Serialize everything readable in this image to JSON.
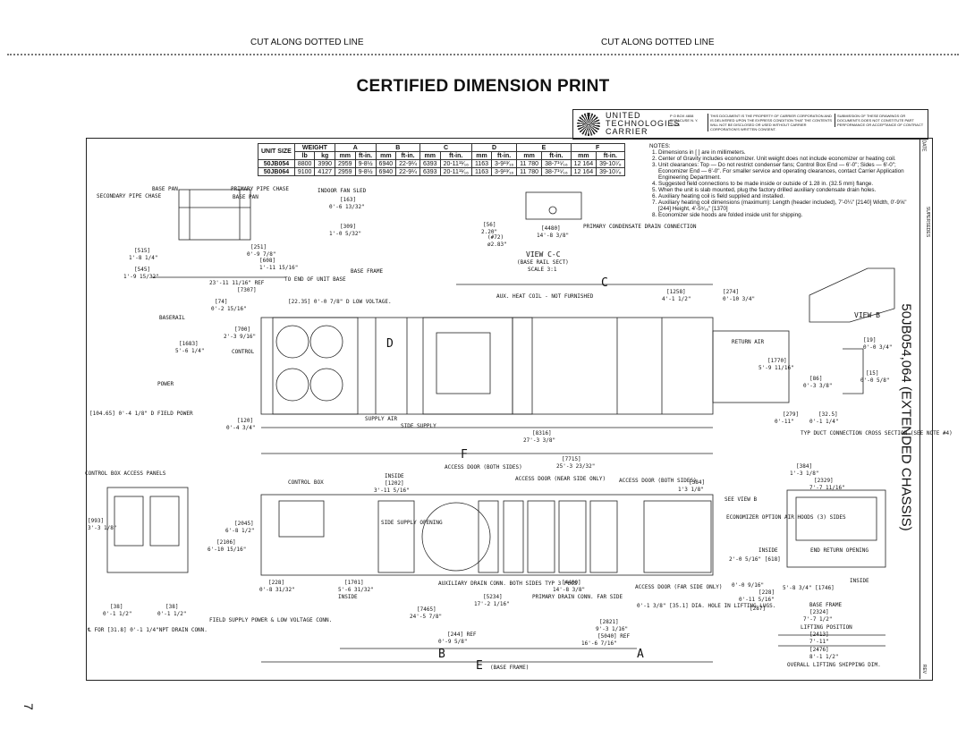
{
  "cut_lines": {
    "left": "CUT ALONG DOTTED LINE",
    "right": "CUT ALONG DOTTED LINE"
  },
  "title": "CERTIFIED DIMENSION PRINT",
  "logo": {
    "line1": "UNITED",
    "line2": "TECHNOLOGIES",
    "line3": "CARRIER",
    "address": "P O BOX 4808 SYRACUSE N. Y. 13221",
    "prop1": "THIS DOCUMENT IS THE PROPERTY OF CARRIER CORPORATION AND IS DELIVERED UPON THE EXPRESS CONDITION THAT THE CONTENTS WILL NOT BE DISCLOSED OR USED WITHOUT CARRIER CORPORATION'S WRITTEN CONSENT.",
    "prop2": "SUBMISSION OF THESE DRAWINGS OR DOCUMENTS DOES NOT CONSTITUTE PART PERFORMANCE OR ACCEPTANCE OF CONTRACT"
  },
  "table": {
    "headers": [
      "UNIT SIZE",
      "WEIGHT",
      "A",
      "B",
      "C",
      "D",
      "E",
      "F"
    ],
    "subheaders": [
      "lb",
      "kg",
      "mm",
      "ft-in.",
      "mm",
      "ft-in.",
      "mm",
      "ft-in.",
      "mm",
      "ft-in.",
      "mm",
      "ft-in.",
      "mm",
      "ft-in."
    ],
    "rows": [
      [
        "50JB054",
        "8800",
        "3990",
        "2959",
        "9-8½",
        "6940",
        "22-9¼",
        "6393",
        "20-11¹¹⁄₁₆",
        "1163",
        "3-9¹³⁄₁₆",
        "11 780",
        "38-7¹⁵⁄₁₆",
        "12 164",
        "39-10⁷⁄₈"
      ],
      [
        "50JB064",
        "9100",
        "4127",
        "2959",
        "9-8½",
        "6940",
        "22-9¼",
        "6393",
        "20-11¹¹⁄₁₆",
        "1163",
        "3-9¹³⁄₁₆",
        "11 780",
        "38-7¹⁵⁄₁₆",
        "12 164",
        "39-10⁷⁄₈"
      ]
    ]
  },
  "notes": {
    "heading": "NOTES:",
    "items": [
      "Dimensions in [ ] are in millimeters.",
      "Center of Gravity includes economizer. Unit weight does not include economizer or heating coil.",
      "Unit clearances: Top — Do not restrict condenser fans; Control Box End — 6'-0\"; Sides — 6'-0\"; Economizer End — 6'-0\". For smaller service and operating clearances, contact Carrier Application Engineering Department.",
      "Suggested field connections to be made inside or outside of 1.28 in. (32.5 mm) flange.",
      "When the unit is slab mounted, plug the factory drilled auxiliary condensate drain holes.",
      "Auxiliary heating coil is field supplied and installed.",
      "Auxiliary heating coil dimensions (maximum): Length (header included), 7'-0¼\" [2140] Width, 0'-9⅝\" [244] Height, 4'-5⁵⁄₁₆\" [1370]",
      "Economizer side hoods are folded inside unit for shipping."
    ]
  },
  "side_title": "50JB054,064 (EXTENDED CHASSIS)",
  "side_tags": {
    "top": "DATE",
    "mid": "SUPERSEDES",
    "bottom": "REV"
  },
  "page_number": "7",
  "labels": {
    "base_pan": "BASE PAN",
    "secondary_pipe": "SECONDARY PIPE CHASE",
    "primary_pipe": "PRIMARY PIPE CHASE",
    "base_pan2": "BASE PAN",
    "indoor_fan": "INDOOR FAN SLED",
    "d163": "[163]",
    "d163i": "0'-6 13/32\"",
    "d309": "[309]",
    "d309i": "1'-0 5/32\"",
    "d515": "[515]",
    "d515i": "1'-8 1/4\"",
    "d251": "[251]",
    "d251i": "0'-9 7/8\"",
    "d608": "[608]",
    "d608i": "1'-11 15/16\"",
    "d545": "[545]",
    "d545i": "1'-9 15/32\"",
    "base_frame": "BASE FRAME",
    "d7307": "23'-11 11/16\" REF",
    "d7307b": "[7307]",
    "to_end": "TO END OF UNIT BASE",
    "view_cc": "VIEW C-C",
    "view_cc2": "(BASE RAIL SECT)",
    "view_cc3": "SCALE 3:1",
    "d56": "[56]",
    "d56i": "2.20\"",
    "d4480": "[4480]",
    "d4480i": "14'-8 3/8\"",
    "d72": "(#72)",
    "d72i": "ø2.83\"",
    "primary_cond": "PRIMARY CONDENSATE DRAIN CONNECTION",
    "d74": "[74]",
    "d74i": "0'-2 15/16\"",
    "lowv": "[22.35] 0'-0 7/8\" D LOW VOLTAGE.",
    "aux_heat": "AUX. HEAT COIL - NOT FURNISHED",
    "d1258": "[1258]",
    "d1258i": "4'-1 1/2\"",
    "d274": "[274]",
    "d274i": "0'-10 3/4\"",
    "baserail": "BASERAIL",
    "d700": "[700]",
    "d700i": "2'-3 9/16\"",
    "d1683": "[1683]",
    "d1683i": "5'-6 1/4\"",
    "control": "CONTROL",
    "power": "POWER",
    "field_power": "[104.65] 0'-4 1/8\" D FIELD POWER",
    "d120": "[120]",
    "d120i": "0'-4 3/4\"",
    "supply_air": "SUPPLY AIR",
    "side_supply": "SIDE SUPPLY",
    "d8316": "[8316]",
    "d8316i": "27'-3 3/8\"",
    "return_air": "RETURN AIR",
    "d1770": "[1770]",
    "d1770i": "5'-9 11/16\"",
    "d86": "[86]",
    "d86i": "0'-3 3/8\"",
    "d279": "[279]",
    "d279i": "0'-11\"",
    "d325": "[32.5]",
    "d325i": "0'-1 1/4\"",
    "view_b": "VIEW B",
    "d19": "[19]",
    "d19i": "0'-0 3/4\"",
    "d15": "[15]",
    "d15i": "0'-0 5/8\"",
    "typ_duct": "TYP DUCT CONNECTION CROSS SECTION (SEE NOTE #4)",
    "letter_c": "C",
    "letter_d": "D",
    "letter_f": "F",
    "letter_b": "B",
    "letter_a": "A",
    "letter_e": "E",
    "base_frame_e": "(BASE FRAME)",
    "control_box_panels": "CONTROL BOX ACCESS PANELS",
    "control_box": "CONTROL BOX",
    "inside": "INSIDE",
    "d1202": "[1202]",
    "d1202i": "3'-11 5/16\"",
    "access_door_both": "ACCESS DOOR (BOTH SIDES)",
    "d7715": "[7715]",
    "d7715i": "25'-3 23/32\"",
    "access_door_near": "ACCESS DOOR (NEAR SIDE ONLY)",
    "access_door_both2": "ACCESS DOOR (BOTH SIDES)",
    "d384": "[384]",
    "d384i": "1'3 1/8\"",
    "d384b": "[384]",
    "d384bi": "1'-3 1/8\"",
    "d2329": "[2329]",
    "d2329i": "7'-7 11/16\"",
    "see_view_b": "SEE VIEW B",
    "economizer": "ECONOMIZER OPTION AIR HOODS (3) SIDES",
    "d993": "[993]",
    "d993i": "3'-3 1/8\"",
    "d2045": "[2045]",
    "d2045i": "6'-8 1/2\"",
    "d2106": "[2106]",
    "d2106i": "6'-10 15/16\"",
    "side_supply_opening": "SIDE SUPPLY OPENING",
    "inside2": "INSIDE",
    "d618": "2'-0 5/16\" [618]",
    "end_return": "END RETURN OPENING",
    "d228": "[228]",
    "d228i": "0'-8 31/32\"",
    "d1701": "[1701]",
    "d1701i": "5'-6 31/32\"",
    "inside3": "INSIDE",
    "aux_drain": "AUXILIARY DRAIN CONN. BOTH SIDES TYP 3 PLCS",
    "d5234": "[5234]",
    "d5234i": "17'-2 1/16\"",
    "primary_drain": "PRIMARY DRAIN CONN. FAR SIDE",
    "d4480b": "[4480]",
    "d4480bi": "14'-8 3/8\"",
    "access_far": "ACCESS DOOR (FAR SIDE ONLY)",
    "hole": "0'-1 3/8\" [35.1] DIA. HOLE IN LIFTING LUGS.",
    "d7465": "[7465]",
    "d7465i": "24'-5 7/8\"",
    "d2821": "[2821]",
    "d2821i": "9'-3 1/16\"",
    "d5040": "[5040] REF",
    "d5040i": "16'-6 7/16\"",
    "d244": "[244] REF",
    "d244i": "0'-9 5/8\"",
    "d38a": "[38]",
    "d38ai": "0'-1 1/2\"",
    "d38b": "[38]",
    "d38bi": "0'-1 1/2\"",
    "drain_conn": "℄ FOR [31.8] 0'-1 1/4\"NPT DRAIN CONN.",
    "field_supply": "FIELD SUPPLY POWER & LOW VOLTAGE CONN.",
    "inside4": "INSIDE",
    "d1746": "5'-8 3/4\" [1746]",
    "d0": "0'-0 9/16\"",
    "d228b": "[228]",
    "d228bi": "0'-11 5/16\"",
    "d287": "[287]",
    "base_frame2": "BASE FRAME",
    "d2324": "[2324]",
    "d2324i": "7'-7 1/2\"",
    "lifting_pos": "LIFTING POSITION",
    "d2413": "[2413]",
    "d2413i": "7'-11\"",
    "d2476": "[2476]",
    "d2476i": "8'-1 1/2\"",
    "overall": "OVERALL LIFTING SHIPPING DIM."
  }
}
